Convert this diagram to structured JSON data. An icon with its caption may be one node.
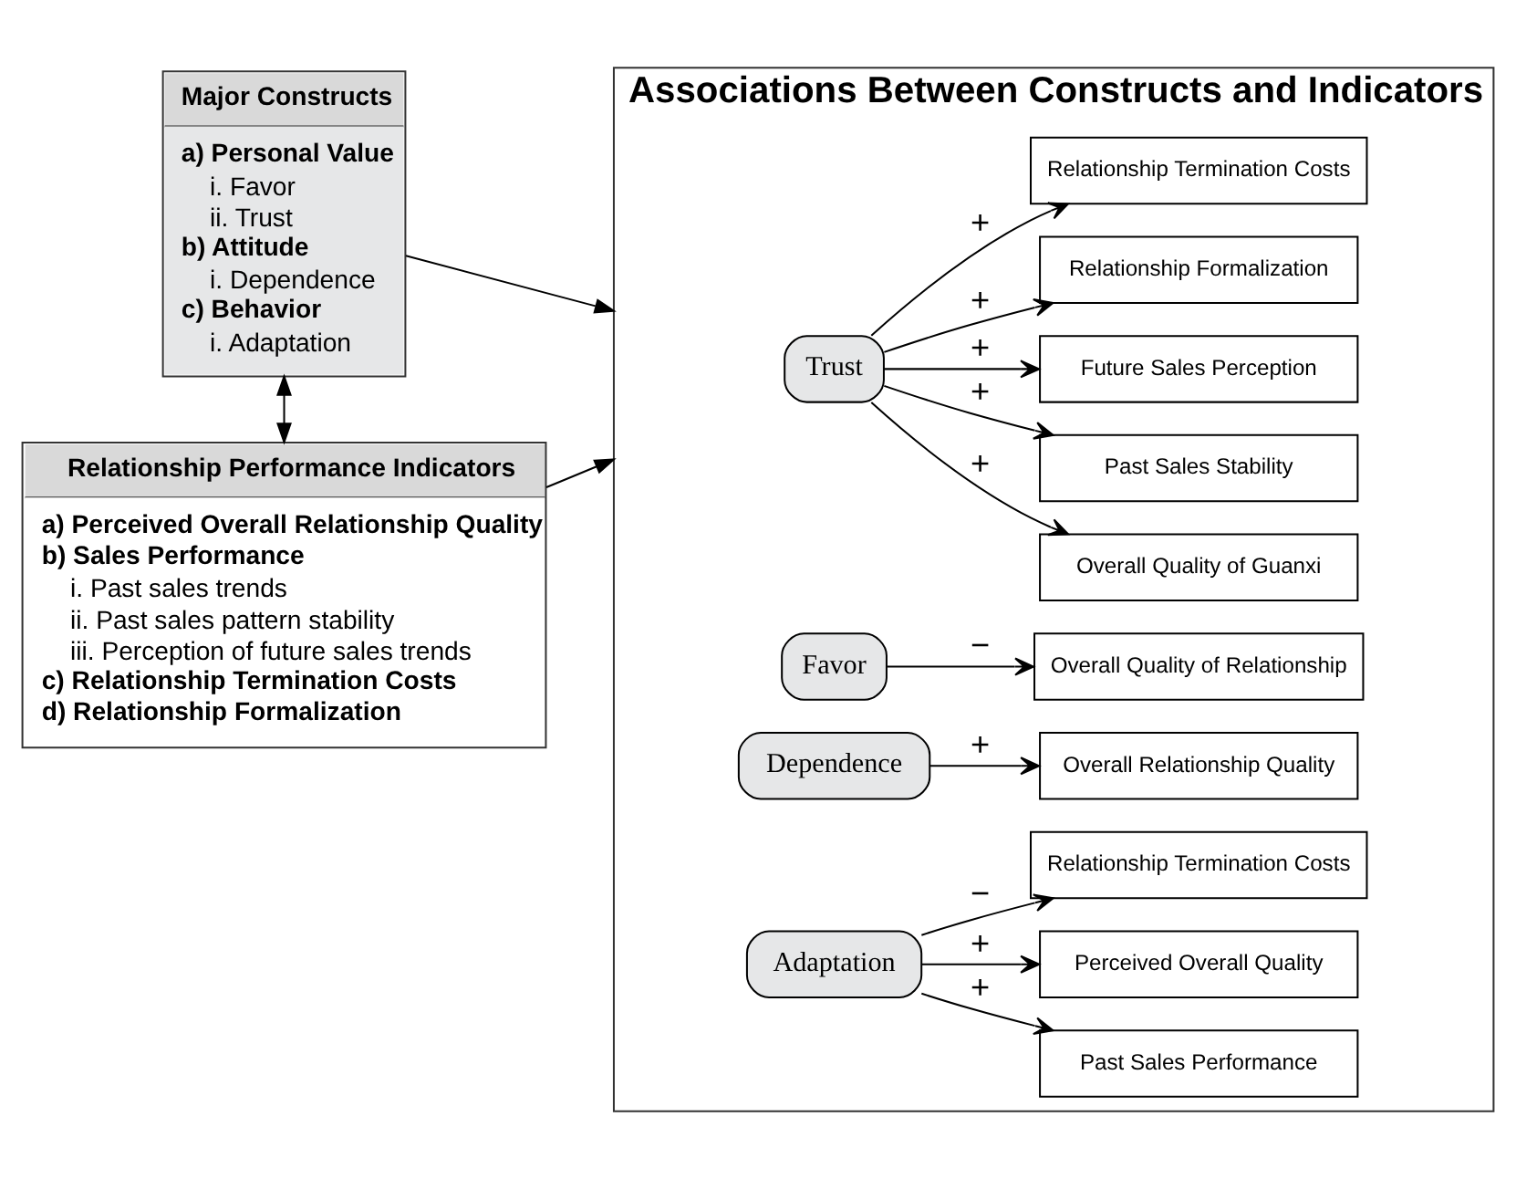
{
  "diagram": {
    "nodes": [
      {
        "text": [
          "Major Constructs",
          "a) Personal Value",
          "i. Favor",
          "ii. Trust",
          "b) Attitude",
          "i. Dependence",
          "c) Behavior",
          "i. Adaptation"
        ]
      },
      {
        "text": [
          "Relationship Performance Indicators",
          "a) Perceived Overall Relationship Quality",
          "b) Sales Performance",
          "i. Past sales trends",
          "ii. Past sales pattern stability",
          "iii. Perception of future sales trends",
          "c) Relationship Termination Costs",
          "d) Relationship Formalization"
        ]
      },
      {
        "text": [
          "Associations Between Constructs and Indicators"
        ]
      },
      {
        "text": [
          "Trust"
        ],
        "in": 2
      },
      {
        "text": [
          "Overall Quality of Guanxi"
        ],
        "in": 2
      },
      {
        "text": [
          "Past Sales Stability"
        ],
        "in": 2
      },
      {
        "text": [
          "Future Sales Perception"
        ],
        "in": 2
      },
      {
        "text": [
          "Relationship Formalization"
        ],
        "in": 2
      },
      {
        "text": [
          "Relationship Termination Costs"
        ],
        "in": 2
      },
      {
        "text": [
          "Favor"
        ],
        "in": 2
      },
      {
        "text": [
          "Overall Quality of Relationship"
        ],
        "in": 2
      },
      {
        "text": [
          "Dependence"
        ],
        "in": 2
      },
      {
        "text": [
          "Overall Relationship Quality"
        ],
        "in": 2
      },
      {
        "text": [
          "Adaptation"
        ],
        "in": 2
      },
      {
        "text": [
          "Past Sales Performance"
        ],
        "in": 2
      },
      {
        "text": [
          "Perceived Overall Quality"
        ],
        "in": 2
      },
      {
        "text": [
          "Relationship Termination Costs"
        ],
        "in": 2
      }
    ],
    "edges": [
      {
        "from": 0,
        "to": 1,
        "arrow": "both"
      },
      {
        "from": 0,
        "to": 2,
        "arrow": "to"
      },
      {
        "from": 1,
        "to": 2,
        "arrow": "to"
      },
      {
        "from": 3,
        "to": 4,
        "arrow": "to",
        "label": "+"
      },
      {
        "from": 3,
        "to": 5,
        "arrow": "to",
        "label": "+"
      },
      {
        "from": 3,
        "to": 6,
        "arrow": "to",
        "label": "+"
      },
      {
        "from": 3,
        "to": 7,
        "arrow": "to",
        "label": "+"
      },
      {
        "from": 3,
        "to": 8,
        "arrow": "to",
        "label": "+"
      },
      {
        "from": 9,
        "to": 10,
        "arrow": "to",
        "label": "−"
      },
      {
        "from": 11,
        "to": 12,
        "arrow": "to",
        "label": "+"
      },
      {
        "from": 13,
        "to": 14,
        "arrow": "to",
        "label": "+"
      },
      {
        "from": 13,
        "to": 15,
        "arrow": "to",
        "label": "+"
      },
      {
        "from": 13,
        "to": 16,
        "arrow": "to",
        "label": "−"
      }
    ]
  }
}
